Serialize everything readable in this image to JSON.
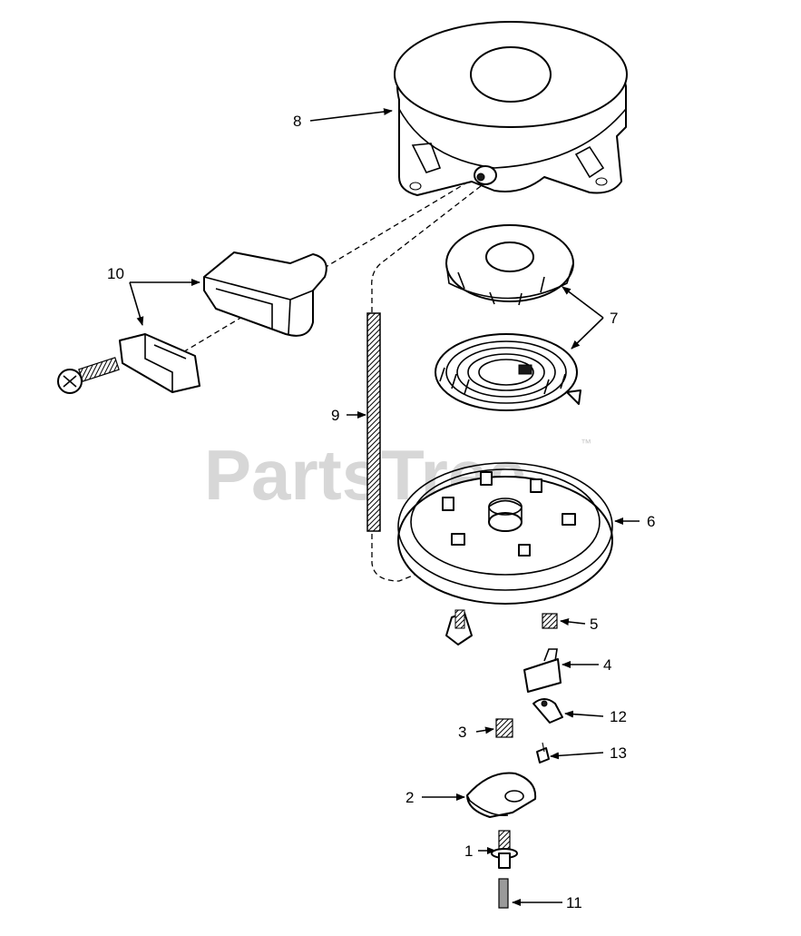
{
  "watermark": {
    "text": "PartsTree",
    "trademark": "™"
  },
  "callouts": [
    {
      "id": "8",
      "label": "8"
    },
    {
      "id": "10",
      "label": "10"
    },
    {
      "id": "7",
      "label": "7"
    },
    {
      "id": "9",
      "label": "9"
    },
    {
      "id": "6",
      "label": "6"
    },
    {
      "id": "5",
      "label": "5"
    },
    {
      "id": "4",
      "label": "4"
    },
    {
      "id": "12",
      "label": "12"
    },
    {
      "id": "3",
      "label": "3"
    },
    {
      "id": "13",
      "label": "13"
    },
    {
      "id": "2",
      "label": "2"
    },
    {
      "id": "1",
      "label": "1"
    },
    {
      "id": "11",
      "label": "11"
    }
  ]
}
